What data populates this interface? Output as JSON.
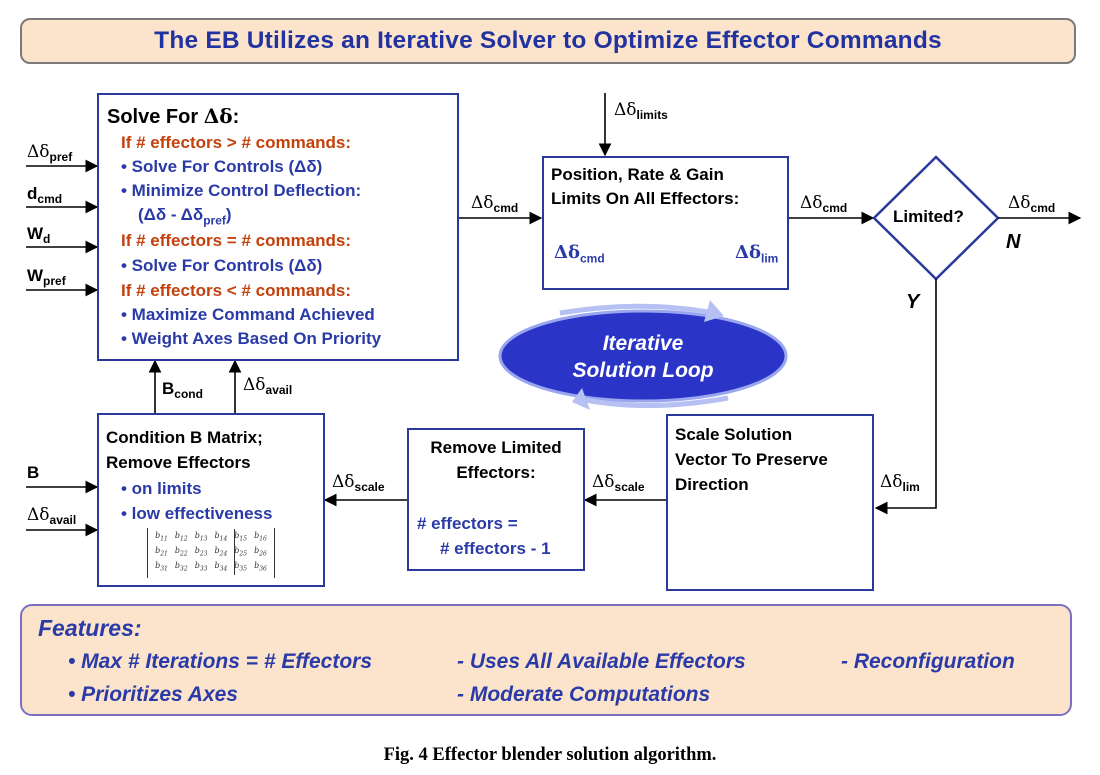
{
  "title": "The EB Utilizes an Iterative Solver to Optimize Effector Commands",
  "delta": "Δδ",
  "solve_box": {
    "heading": "Solve For ",
    "heading_sym": "Δδ",
    "heading_tail": ":",
    "case1": "If # effectors > # commands:",
    "case1_item1": "• Solve For Controls (Δδ)",
    "case1_item2": "• Minimize Control Deflection:",
    "case1_item2b": "(Δδ - Δδ",
    "case1_item2b_sub": "pref",
    "case1_item2b_tail": ")",
    "case2": "If # effectors = # commands:",
    "case2_item1": "• Solve For Controls (Δδ)",
    "case3": "If # effectors < # commands:",
    "case3_item1": "• Maximize Command Achieved",
    "case3_item2": "• Weight Axes Based On Priority"
  },
  "inputs_left": [
    {
      "main": "Δδ",
      "sub": "pref"
    },
    {
      "main": "d",
      "sub": "cmd"
    },
    {
      "main": "W",
      "sub": "d"
    },
    {
      "main": "W",
      "sub": "pref"
    }
  ],
  "limits_box": {
    "line1": "Position, Rate & Gain",
    "line2": "Limits On All Effectors:",
    "in_main": "Δδ",
    "in_sub": "cmd",
    "out_main": "Δδ",
    "out_sub": "lim"
  },
  "limits_input": {
    "main": "Δδ",
    "sub": "limits"
  },
  "decision": {
    "label": "Limited?",
    "no": "N",
    "yes": "Y"
  },
  "signals": {
    "cmd_sub": "cmd",
    "lim_sub": "lim",
    "scale_sub": "scale",
    "avail_sub": "avail",
    "cond_main": "B",
    "cond_sub": "cond"
  },
  "loop_label": [
    "Iterative",
    "Solution Loop"
  ],
  "scale_box": {
    "line1": "Scale Solution",
    "line2": "Vector To Preserve",
    "line3": "Direction"
  },
  "remove_box": {
    "line1": "Remove Limited",
    "line2": "Effectors:",
    "eq1": "# effectors  =",
    "eq2": "# effectors - 1"
  },
  "condition_box": {
    "line1": "Condition  B Matrix;",
    "line2": "Remove Effectors",
    "item1": "• on limits",
    "item2": "• low effectiveness",
    "matrix": [
      [
        "b11",
        "b12",
        "b13",
        "b14",
        "b15",
        "b16"
      ],
      [
        "b21",
        "b22",
        "b23",
        "b24",
        "b25",
        "b26"
      ],
      [
        "b31",
        "b32",
        "b33",
        "b34",
        "b35",
        "b36"
      ]
    ]
  },
  "inputs_bottom_left": [
    {
      "main": "B",
      "sub": ""
    },
    {
      "main": "Δδ",
      "sub": "avail"
    }
  ],
  "features": {
    "heading": "Features:",
    "items": [
      "• Max # Iterations = # Effectors",
      "- Uses All Available Effectors",
      "- Reconfiguration",
      "• Prioritizes Axes",
      "- Moderate Computations"
    ]
  },
  "caption": "Fig. 4 Effector blender solution algorithm.",
  "colors": {
    "box_border": "#2a3a9a",
    "blue_text": "#2a3aa6",
    "red_text": "#c2410c",
    "banner_fill": "#fce4cc",
    "loop_fill": "#2a35c8"
  }
}
